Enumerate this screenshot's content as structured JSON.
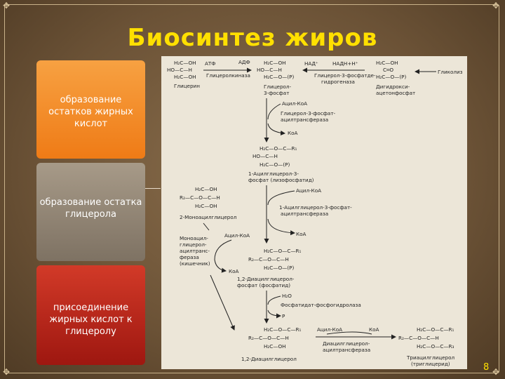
{
  "title": "Биосинтез жиров",
  "steps": [
    {
      "label": "образование остатков жирных кислот",
      "color": "#ef7b16"
    },
    {
      "label": "образование остатка глицерола",
      "color": "#8a7e6e"
    },
    {
      "label": "присоединение жирных кислот к глицеролу",
      "color": "#b5221a"
    }
  ],
  "scheme": {
    "glycerol": [
      "H₂C—OH",
      "HO—C—H",
      "H₂C—OH"
    ],
    "glycerol_name": "Глицерин",
    "atp": "АТФ",
    "adp": "АДФ",
    "kinase": "Глицеролкиназа",
    "g3p": [
      "H₂C—OH",
      "HO—C—H",
      "H₂C—O—(P)"
    ],
    "g3p_name": [
      "Глицерол-",
      "3-фосфат"
    ],
    "nad": "НАД⁺",
    "nadh": "НАДН+Н⁺",
    "g3p_dh": [
      "Глицерол-3-фосфатде-",
      "гидрогеназа"
    ],
    "dhap": [
      "H₂C—OH",
      "C═O",
      "H₂C—O—(P)"
    ],
    "dhap_name": [
      "Дигидрокси-",
      "ацетонфосфат"
    ],
    "glycolysis": "Гликолиз",
    "acyl_coa": "Ацил-КоА",
    "coa": "КоА",
    "gpat": [
      "Глицерол-3-фосфат-",
      "ацилтрансфераза"
    ],
    "lpa": [
      "H₂C—O—C—R₁",
      "HO—C—H",
      "H₂C—O—(P)"
    ],
    "lpa_name": [
      "1-Ацилглицерол-3-",
      "фосфат (лизофосфатид)"
    ],
    "mag": [
      "H₂C—OH",
      "R₂—C—O—C—H",
      "H₂C—OH"
    ],
    "mag_name": "2-Моноацилглицерол",
    "agpat": [
      "1-Ацилглицерол-3-фосфат-",
      "ацилтрансфераза"
    ],
    "mgat": [
      "Моноацил-",
      "глицерол-",
      "ацилтранс-",
      "фераза",
      "(кишечник)"
    ],
    "pa": [
      "H₂C—O—C—R₁",
      "R₂—C—O—C—H",
      "H₂C—O—(P)"
    ],
    "pa_name": [
      "1,2-Диацилглицерол-",
      "фосфат (фосфатид)"
    ],
    "h2o": "H₂O",
    "pap": "Фосфатидат-фосфогидролаза",
    "p": "P",
    "dag": [
      "H₂C—O—C—R₁",
      "R₂—C—O—C—H",
      "H₂C—OH"
    ],
    "dag_name": "1,2-Диацилглицерол",
    "dgat": [
      "Диацилглицерол-",
      "ацилтрансфераза"
    ],
    "tag": [
      "H₂C—O—C—R₁",
      "R₂—C—O—C—H",
      "H₂C—O—C—R₃"
    ],
    "tag_name": [
      "Триацилглицерол",
      "(триглицерид)"
    ]
  },
  "page_number": "8"
}
